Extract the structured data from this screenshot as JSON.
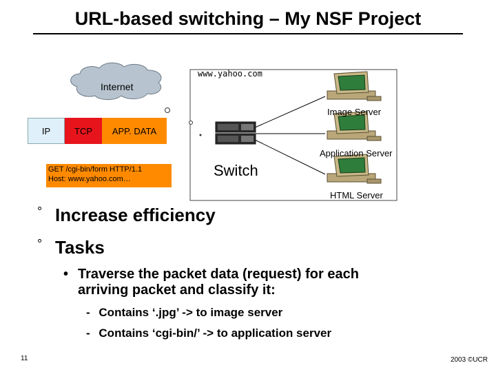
{
  "slide": {
    "title": "URL-based switching – My NSF Project",
    "page_number": "11",
    "copyright": "2003 ©UCR"
  },
  "diagram": {
    "cloud_label": "Internet",
    "host_label": "www.yahoo.com",
    "packet": {
      "ip": "IP",
      "tcp": "TCP",
      "app": "APP. DATA"
    },
    "request": {
      "line1": "GET /cgi-bin/form HTTP/1.1",
      "line2": "Host: www.yahoo.com…"
    },
    "switch_label": "Switch",
    "servers": [
      {
        "label": "Image Server"
      },
      {
        "label": "Application Server"
      },
      {
        "label": "HTML Server"
      }
    ],
    "colors": {
      "ip": "#dff0fa",
      "tcp": "#e8141c",
      "app": "#ff8a00",
      "request": "#ff8a00",
      "cloud": "#b7c4cf"
    }
  },
  "bullets": [
    {
      "mark": "°",
      "text": "Increase efficiency"
    },
    {
      "mark": "°",
      "text": "Tasks"
    }
  ],
  "sub_bullet": {
    "mark": "•",
    "line1": "Traverse the packet data (request) for each",
    "line2": "arriving packet and classify it:"
  },
  "sub_sub_bullets": [
    {
      "mark": "-",
      "text": "Contains ‘.jpg’ -> to image server"
    },
    {
      "mark": "-",
      "text": "Contains ‘cgi-bin/’ -> to application server"
    }
  ]
}
